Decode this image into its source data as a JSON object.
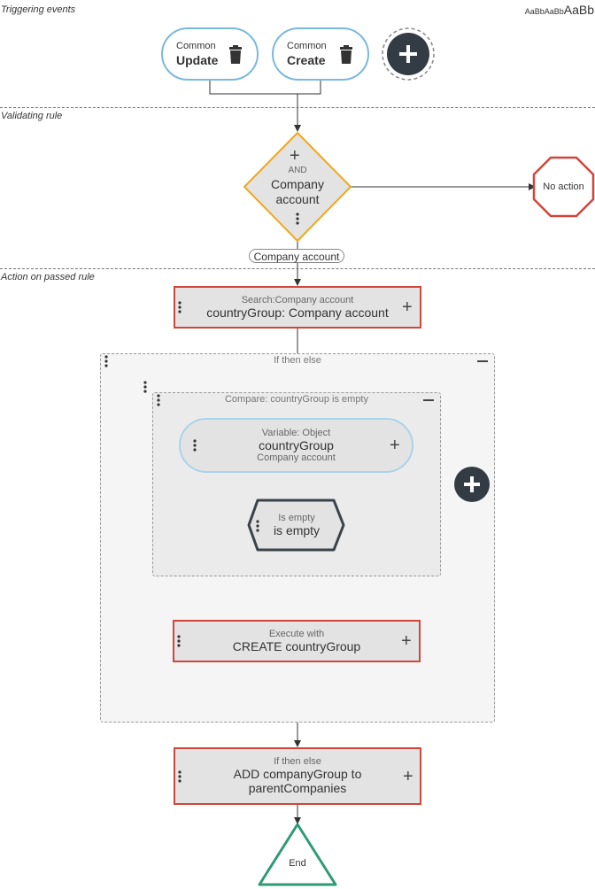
{
  "sections": {
    "triggering": "Triggering events",
    "validating": "Validating rule",
    "action": "Action on passed rule"
  },
  "font_sample": [
    "AaBbAaBb",
    "AaBb"
  ],
  "triggers": [
    {
      "small": "Common",
      "big": "Update"
    },
    {
      "small": "Common",
      "big": "Create"
    }
  ],
  "rule": {
    "op": "AND",
    "line1": "Company",
    "line2": "account"
  },
  "no_action": "No action",
  "edge_label": "Company account",
  "search": {
    "sub": "Search:Company account",
    "main": "countryGroup: Company account"
  },
  "if_group": {
    "title": "If then else"
  },
  "compare_group": {
    "title": "Compare: countryGroup is empty"
  },
  "variable": {
    "sub": "Variable: Object",
    "main": "countryGroup",
    "detail": "Company account"
  },
  "is_empty": {
    "sub": "Is empty",
    "main": "is empty"
  },
  "execute": {
    "sub": "Execute with",
    "main": "CREATE countryGroup"
  },
  "add_node": {
    "sub": "If then else",
    "main1": "ADD companyGroup to",
    "main2": "parentCompanies"
  },
  "end": "End",
  "colors": {
    "red": "#d0463b",
    "orange": "#f0a81c",
    "blue": "#7ab8e0",
    "green": "#2e9a78",
    "dark": "#333c44"
  }
}
